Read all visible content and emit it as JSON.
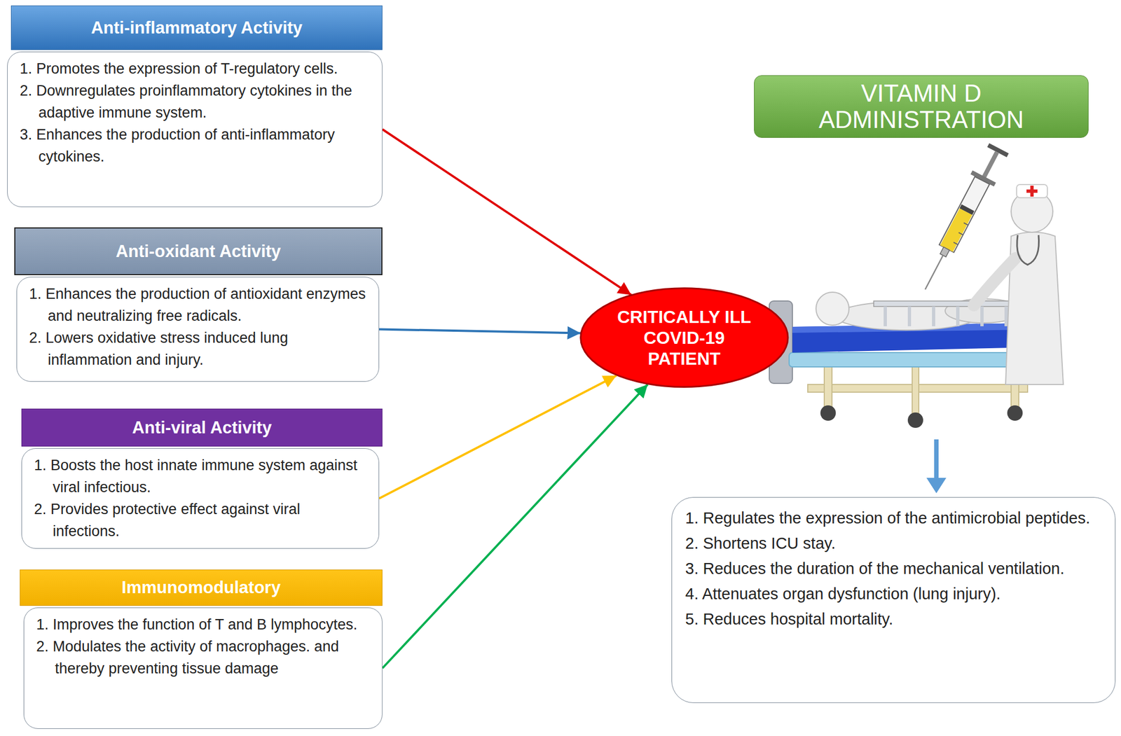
{
  "diagram": {
    "nodes": [
      {
        "text": [
          "Anti-inflammatory Activity",
          "1. Promotes the expression of T-regulatory cells.",
          "2. Downregulates proinflammatory cytokines in the adaptive immune system.",
          "3. Enhances the production of anti-inflammatory cytokines."
        ]
      },
      {
        "text": [
          "Anti-oxidant Activity",
          "1. Enhances the production of antioxidant enzymes and neutralizing free radicals.",
          "2. Lowers oxidative stress induced lung inflammation and injury."
        ]
      },
      {
        "text": [
          "Anti-viral Activity",
          "1. Boosts the host innate immune system against viral infectious.",
          "2. Provides protective effect against viral infections."
        ]
      },
      {
        "text": [
          "Immunomodulatory",
          "1. Improves the function of T and B lymphocytes.",
          "2. Modulates the activity of macrophages. and thereby preventing tissue damage"
        ]
      },
      {
        "text": [
          "CRITICALLY ILL COVID-19 PATIENT"
        ]
      },
      {
        "text": [
          "VITAMIN D ADMINISTRATION"
        ]
      },
      {
        "text": [
          "1. Regulates the expression of the antimicrobial peptides.",
          "2. Shortens ICU stay.",
          "3. Reduces the duration of the mechanical ventilation.",
          "4. Attenuates organ dysfunction (lung injury).",
          "5. Reduces hospital mortality."
        ]
      }
    ],
    "edges": [
      {
        "from": 0,
        "to": 4,
        "arrow": "to"
      },
      {
        "from": 1,
        "to": 4,
        "arrow": "to"
      },
      {
        "from": 2,
        "to": 4,
        "arrow": "to"
      },
      {
        "from": 3,
        "to": 4,
        "arrow": "to"
      }
    ]
  }
}
